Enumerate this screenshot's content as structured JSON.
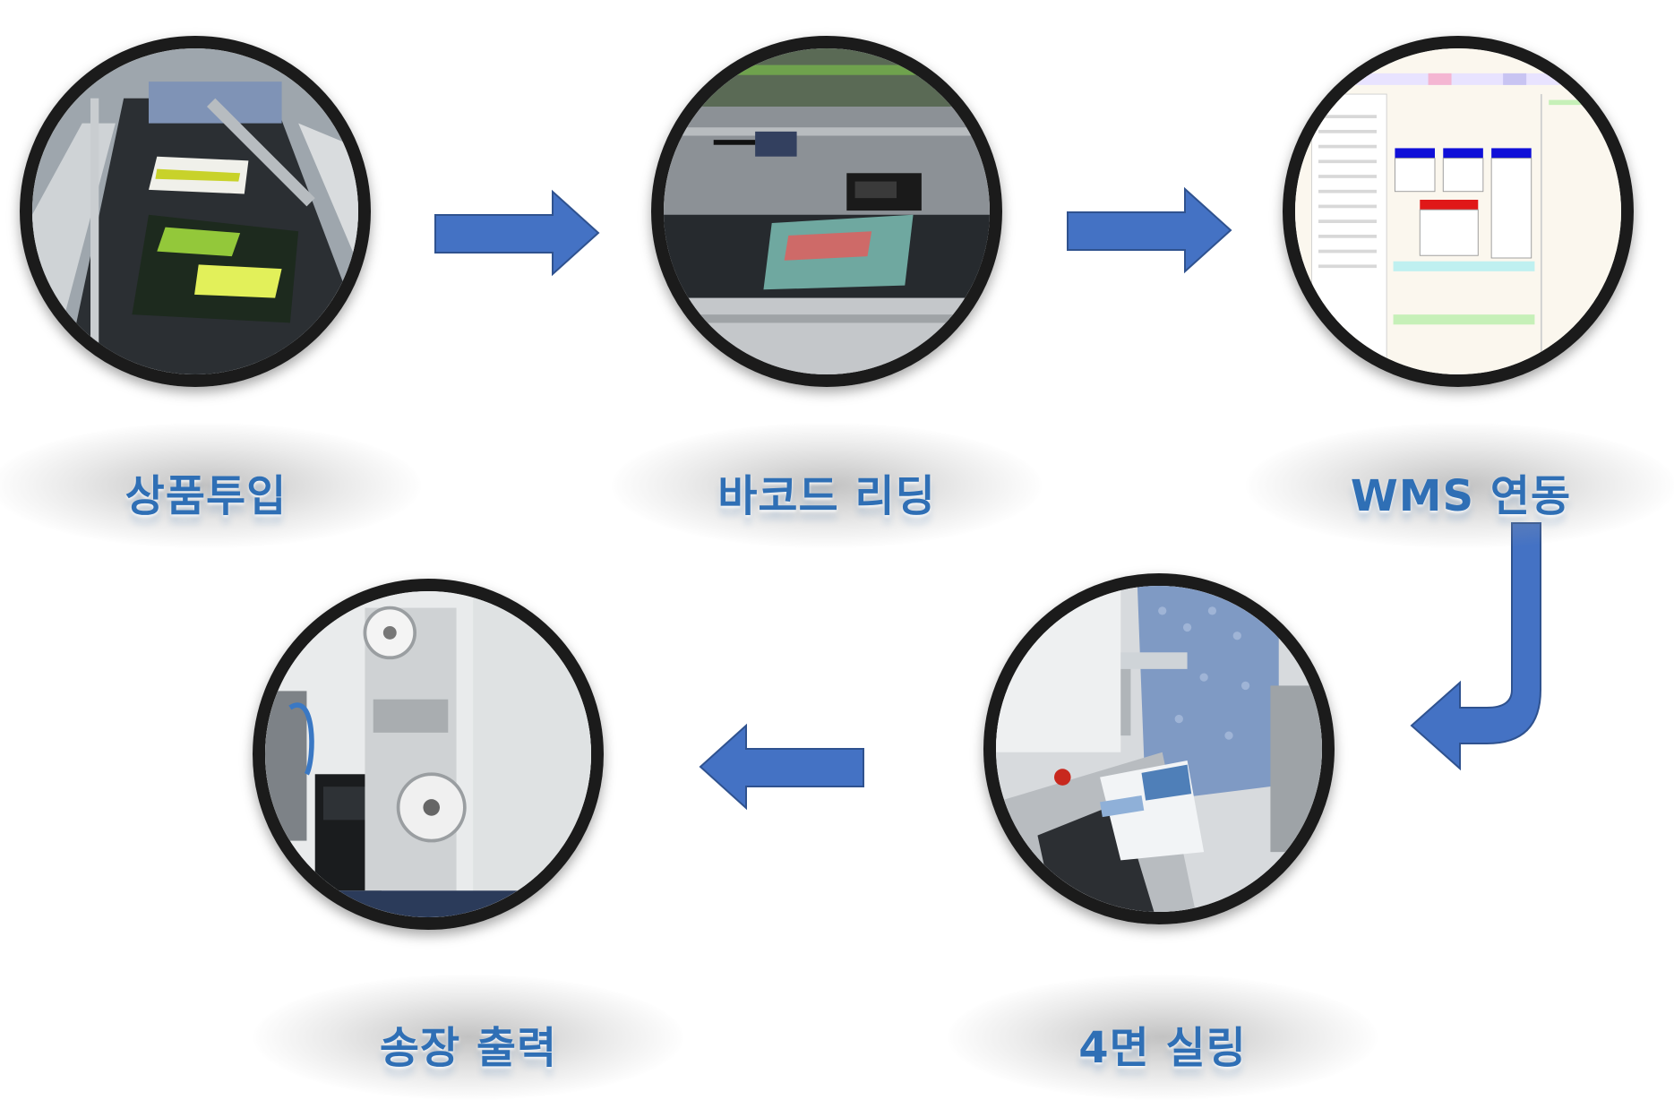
{
  "steps": [
    {
      "id": "product-input",
      "label": "상품투입",
      "photo": "conveyor-with-product-cards"
    },
    {
      "id": "barcode-reading",
      "label": "바코드 리딩",
      "photo": "barcode-scanner-over-conveyor"
    },
    {
      "id": "wms-link",
      "label": "WMS 연동",
      "photo": "wms-software-screen"
    },
    {
      "id": "four-side-sealing",
      "label": "4면 실링",
      "photo": "sealing-machine-with-bubble-wrap"
    },
    {
      "id": "invoice-print",
      "label": "송장 출력",
      "photo": "label-printer-machine"
    }
  ],
  "colors": {
    "arrow": "#4472c4",
    "label": "#2f6fb5",
    "ring": "#1b1b1b"
  }
}
